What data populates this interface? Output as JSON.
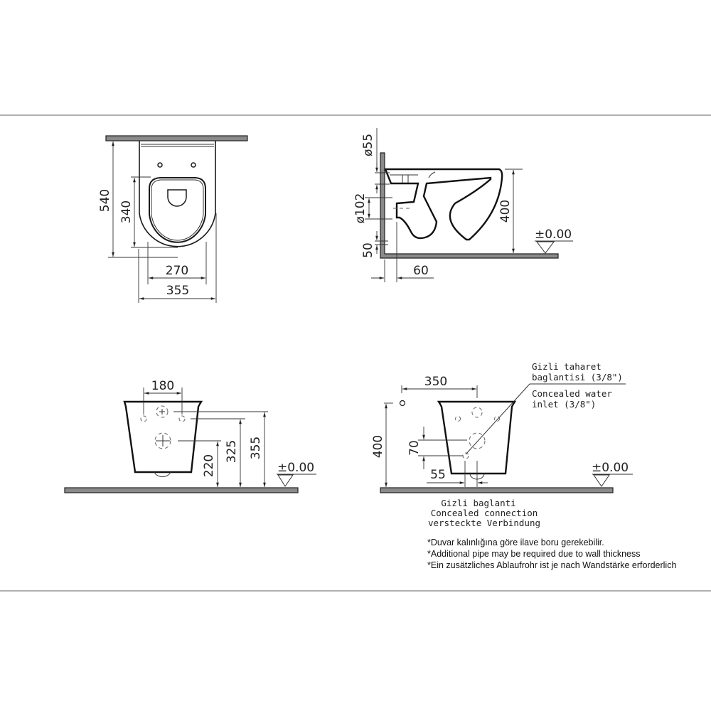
{
  "sheet": {
    "frame_color": "#b0b0b0",
    "line_color": "#1a1a1a"
  },
  "top_view": {
    "dimensions": {
      "overall_length": "540",
      "seat_length": "340",
      "seat_width": "270",
      "overall_width": "355"
    }
  },
  "side_view": {
    "dimensions": {
      "inlet_diameter": "ø55",
      "outlet_diameter": "ø102",
      "outlet_floor_offset": "50",
      "wall_offset": "60",
      "rim_height": "400"
    },
    "floor_level": "±0.00"
  },
  "rear_view": {
    "dimensions": {
      "bolt_spacing": "180",
      "outlet_height": "220",
      "bolt_height": "325",
      "inlet_height": "355"
    },
    "floor_level": "±0.00"
  },
  "installation_view": {
    "dimensions": {
      "inlet_offset": "350",
      "inlet_height": "400",
      "connection_spacing": "70",
      "connection_offset": "55"
    },
    "floor_level": "±0.00",
    "callout_water_inlet": {
      "line1": "Gizli  taharet",
      "line2": "baglantisi  (3/8\")",
      "line3": "Concealed  water",
      "line4": "inlet  (3/8\")"
    },
    "callout_connection": {
      "line1": "Gizli  baglanti",
      "line2": "Concealed  connection",
      "line3": "versteckte  Verbindung"
    }
  },
  "notes": [
    "*Duvar kalınlığına göre ilave boru gerekebilir.",
    "*Additional pipe may be required due to wall thickness",
    "*Ein zusätzliches Ablaufrohr ist je nach Wandstärke erforderlich"
  ]
}
